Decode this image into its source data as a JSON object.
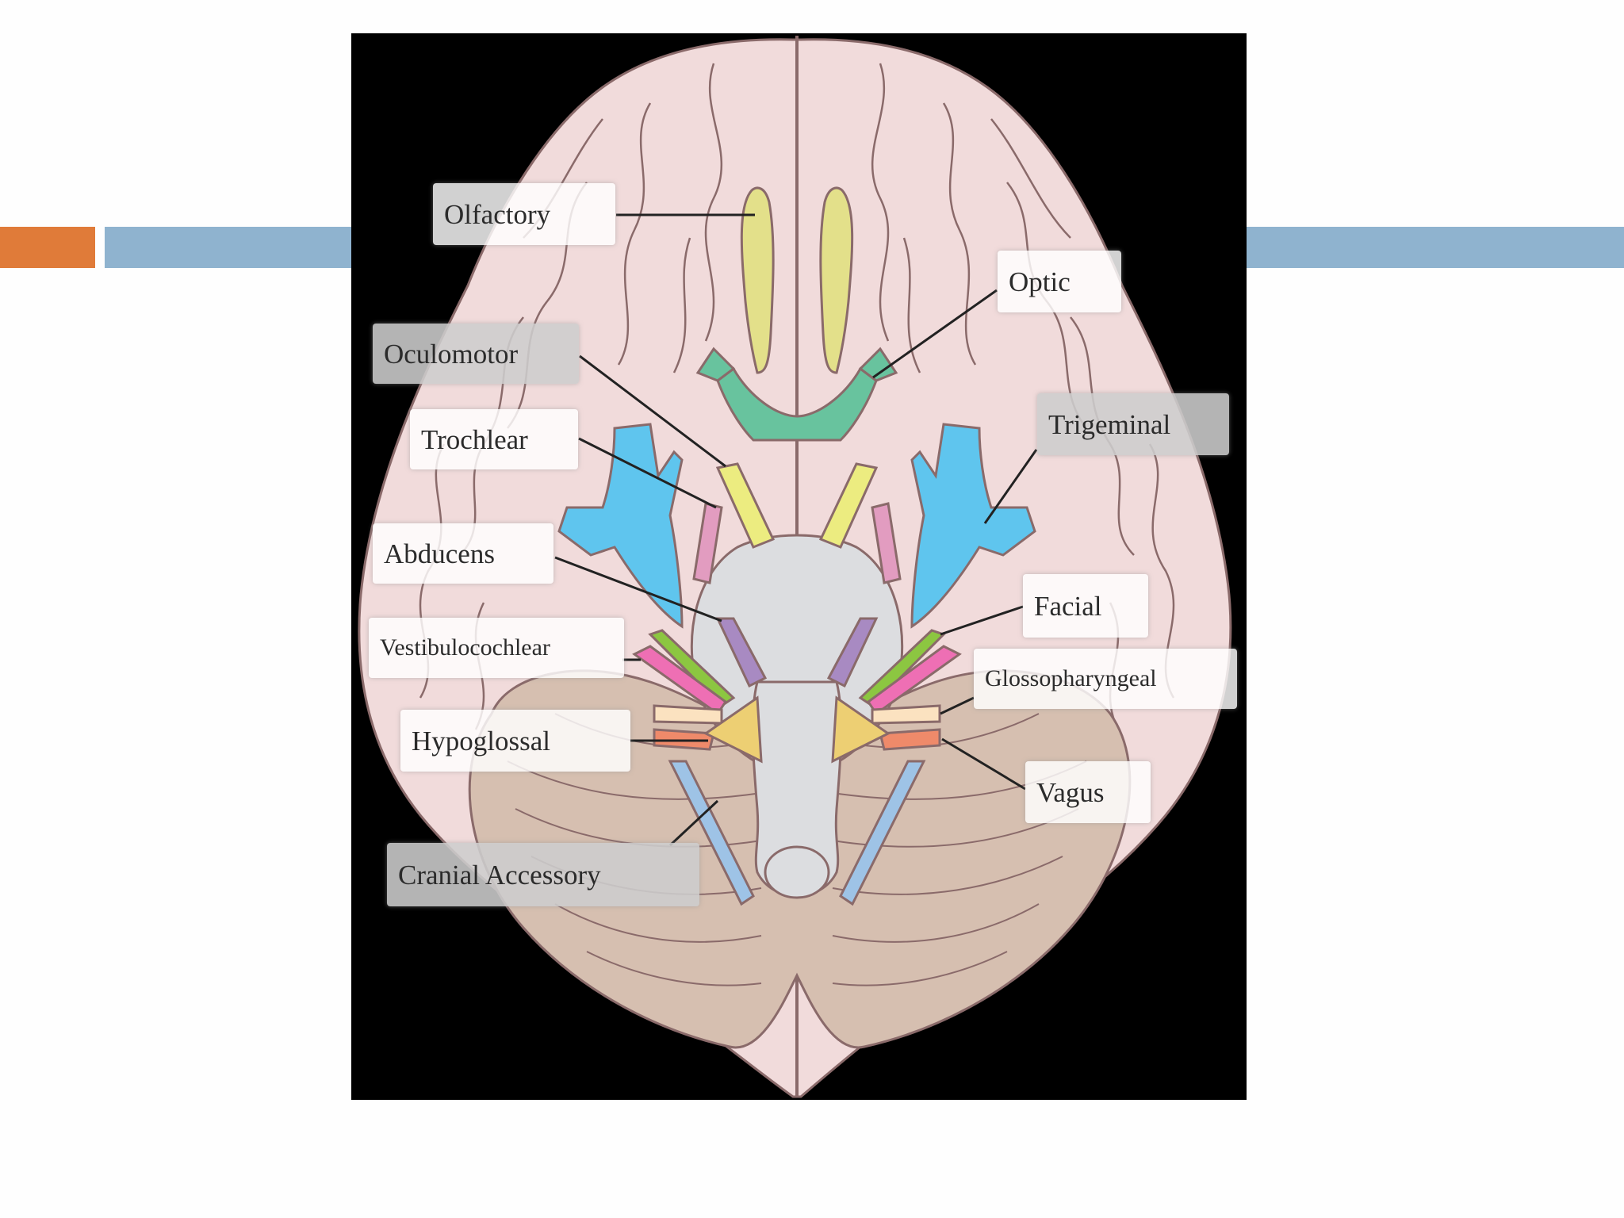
{
  "colors": {
    "accent_orange": "#e07b39",
    "accent_blue": "#8fb3cf",
    "background": "#000000",
    "brain_pink": "#f1dbdb",
    "brain_outline": "#8a6a6a",
    "cerebellum": "#d6bfb0",
    "brainstem": "#dcdde0",
    "olfactory": "#e3e08a",
    "optic": "#68c39e",
    "oculomotor": "#ecec80",
    "trochlear": "#e29cc0",
    "trigeminal": "#5fc5ee",
    "abducens": "#a88ac2",
    "facial": "#8cc641",
    "vestibulocochlear": "#ee6fb4",
    "glossopharyngeal": "#fbe2c0",
    "vagus": "#ef8a6a",
    "hypoglossal": "#edcf73",
    "accessory": "#9ec3e6"
  },
  "labels": {
    "olfactory": "Olfactory",
    "optic": "Optic",
    "oculomotor": "Oculomotor",
    "trochlear": "Trochlear",
    "trigeminal": "Trigeminal",
    "abducens": "Abducens",
    "facial": "Facial",
    "vestibulocochlear": "Vestibulocochlear",
    "glossopharyngeal": "Glossopharyngeal",
    "hypoglossal": "Hypoglossal",
    "vagus": "Vagus",
    "cranial_accessory": "Cranial Accessory"
  }
}
